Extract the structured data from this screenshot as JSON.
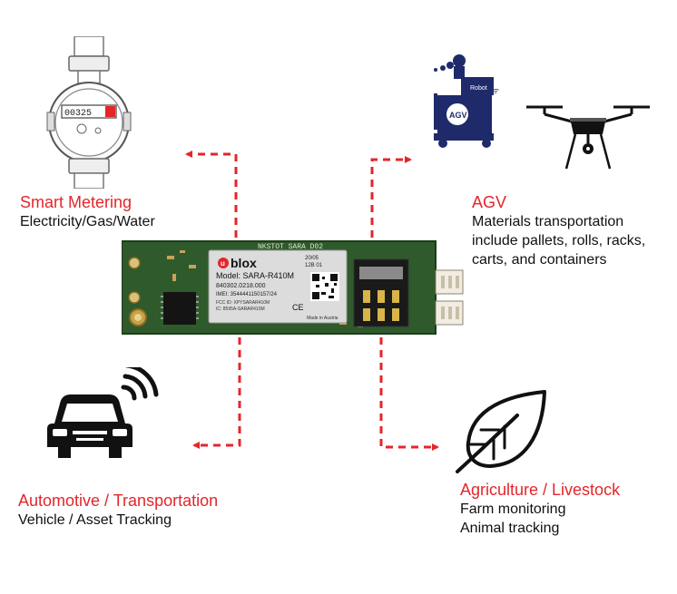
{
  "colors": {
    "accent": "#e3262b",
    "text": "#111111",
    "board": "#2f5a2c",
    "icon": "#1a1a1a",
    "agv": "#1f2a6b"
  },
  "sections": {
    "smart_metering": {
      "title": "Smart Metering",
      "lines": [
        "Electricity/Gas/Water"
      ],
      "icon": "water-meter-icon",
      "meter_digits": "00325"
    },
    "agv": {
      "title": "AGV",
      "lines": [
        "Materials transportation",
        "include pallets, rolls, racks,",
        "carts, and containers"
      ],
      "icon": "agv-robot-icon",
      "icon2": "drone-icon",
      "agv_badge": "AGV",
      "robot_label": "Robot"
    },
    "automotive": {
      "title": "Automotive / Transportation",
      "lines": [
        "Vehicle / Asset Tracking"
      ],
      "icon": "connected-car-icon"
    },
    "agriculture": {
      "title": "Agriculture / Livestock",
      "lines": [
        "Farm monitoring",
        "Animal tracking"
      ],
      "icon": "leaf-icon"
    }
  },
  "module": {
    "brand": "blox",
    "model": "Model: SARA-R410M",
    "code1": "840302.0218.000",
    "imei": "IMEI: 3544441150157/24",
    "made_in": "Made in Austria",
    "fcc": "FCC ID: XPYSARAR410M",
    "ic": "IC: 8595A-SARAR410M",
    "board_text": "NKSTOT SARA D02",
    "date": "20/05",
    "rev": "12B 01",
    "ce": "CE"
  }
}
